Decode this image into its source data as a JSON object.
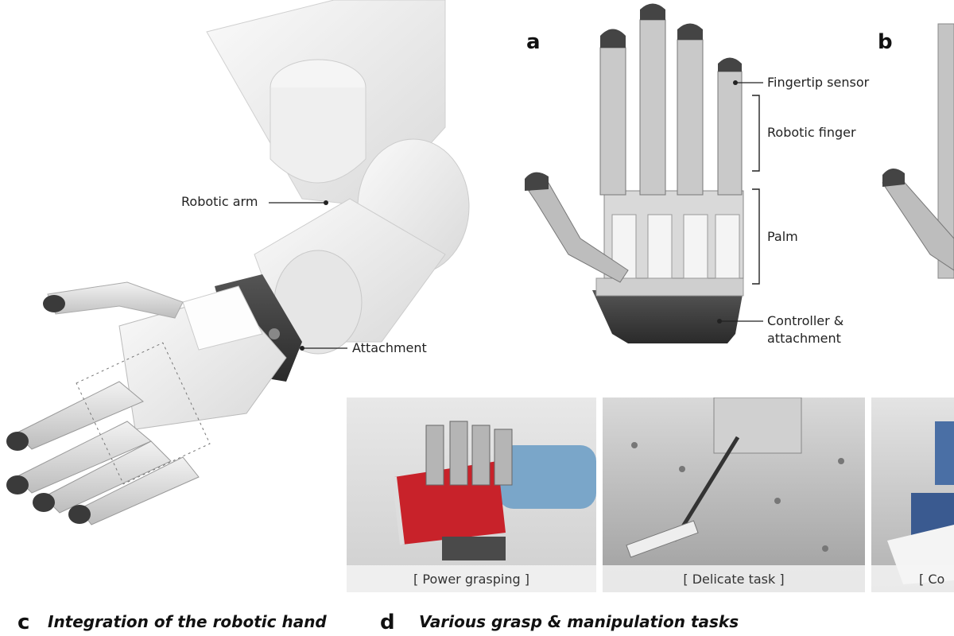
{
  "panels": {
    "a": "a",
    "b": "b",
    "c": "c",
    "d": "d"
  },
  "panel_c": {
    "caption": "Integration of the robotic hand",
    "labels": {
      "arm": "Robotic arm",
      "attachment": "Attachment"
    }
  },
  "panel_a": {
    "labels": {
      "fingertip": "Fingertip sensor",
      "finger": "Robotic finger",
      "palm": "Palm",
      "controller_line1": "Controller &",
      "controller_line2": "attachment"
    }
  },
  "panel_d": {
    "caption": "Various grasp & manipulation tasks",
    "photos": [
      {
        "label": "[ Power grasping ]"
      },
      {
        "label": "[ Delicate task ]"
      },
      {
        "label": "[ Co"
      }
    ]
  }
}
